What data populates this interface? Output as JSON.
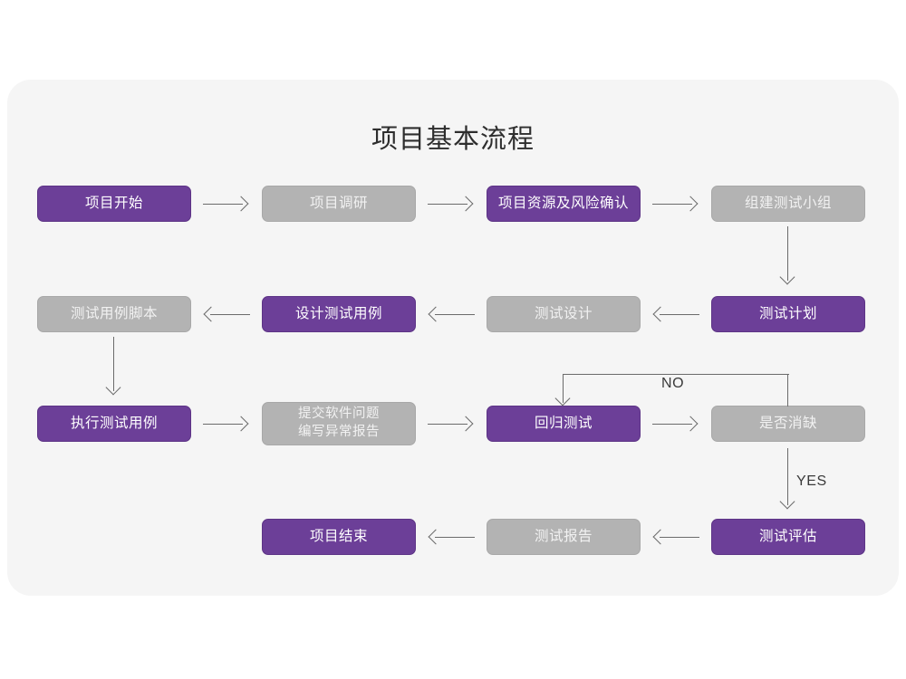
{
  "page": {
    "background_color": "#ffffff",
    "card_color": "#f5f5f5",
    "title": "项目基本流程"
  },
  "colors": {
    "accent_purple": "#6c3f98",
    "neutral_gray": "#b3b3b3",
    "connector": "#6b6b6b",
    "text_dark": "#2e2e2e"
  },
  "flowchart": {
    "type": "flowchart",
    "title": "项目基本流程",
    "nodes": [
      {
        "id": "n1",
        "label": "项目开始",
        "style": "purple",
        "row": 1,
        "col": 1
      },
      {
        "id": "n2",
        "label": "项目调研",
        "style": "gray",
        "row": 1,
        "col": 2
      },
      {
        "id": "n3",
        "label": "项目资源及风险确认",
        "style": "purple",
        "row": 1,
        "col": 3
      },
      {
        "id": "n4",
        "label": "组建测试小组",
        "style": "gray",
        "row": 1,
        "col": 4
      },
      {
        "id": "n5",
        "label": "测试计划",
        "style": "purple",
        "row": 2,
        "col": 4
      },
      {
        "id": "n6",
        "label": "测试设计",
        "style": "gray",
        "row": 2,
        "col": 3
      },
      {
        "id": "n7",
        "label": "设计测试用例",
        "style": "purple",
        "row": 2,
        "col": 2
      },
      {
        "id": "n8",
        "label": "测试用例脚本",
        "style": "gray",
        "row": 2,
        "col": 1
      },
      {
        "id": "n9",
        "label": "执行测试用例",
        "style": "purple",
        "row": 3,
        "col": 1
      },
      {
        "id": "n10",
        "label": "提交软件问题",
        "label_line2": "编写异常报告",
        "style": "gray",
        "row": 3,
        "col": 2
      },
      {
        "id": "n11",
        "label": "回归测试",
        "style": "purple",
        "row": 3,
        "col": 3
      },
      {
        "id": "n12",
        "label": "是否消缺",
        "style": "gray",
        "row": 3,
        "col": 4
      },
      {
        "id": "n13",
        "label": "测试评估",
        "style": "purple",
        "row": 4,
        "col": 4
      },
      {
        "id": "n14",
        "label": "测试报告",
        "style": "gray",
        "row": 4,
        "col": 3
      },
      {
        "id": "n15",
        "label": "项目结束",
        "style": "purple",
        "row": 4,
        "col": 2
      }
    ],
    "edges": [
      {
        "from": "n1",
        "to": "n2",
        "direction": "right",
        "label": ""
      },
      {
        "from": "n2",
        "to": "n3",
        "direction": "right",
        "label": ""
      },
      {
        "from": "n3",
        "to": "n4",
        "direction": "right",
        "label": ""
      },
      {
        "from": "n4",
        "to": "n5",
        "direction": "down",
        "label": ""
      },
      {
        "from": "n5",
        "to": "n6",
        "direction": "left",
        "label": ""
      },
      {
        "from": "n6",
        "to": "n7",
        "direction": "left",
        "label": ""
      },
      {
        "from": "n7",
        "to": "n8",
        "direction": "left",
        "label": ""
      },
      {
        "from": "n8",
        "to": "n9",
        "direction": "down",
        "label": ""
      },
      {
        "from": "n9",
        "to": "n10",
        "direction": "right",
        "label": ""
      },
      {
        "from": "n10",
        "to": "n11",
        "direction": "right",
        "label": ""
      },
      {
        "from": "n11",
        "to": "n12",
        "direction": "right",
        "label": ""
      },
      {
        "from": "n12",
        "to": "n11",
        "direction": "loop-up-left",
        "label": "NO"
      },
      {
        "from": "n12",
        "to": "n13",
        "direction": "down",
        "label": "YES"
      },
      {
        "from": "n13",
        "to": "n14",
        "direction": "left",
        "label": ""
      },
      {
        "from": "n14",
        "to": "n15",
        "direction": "left",
        "label": ""
      }
    ],
    "edge_labels": {
      "no": "NO",
      "yes": "YES"
    }
  }
}
